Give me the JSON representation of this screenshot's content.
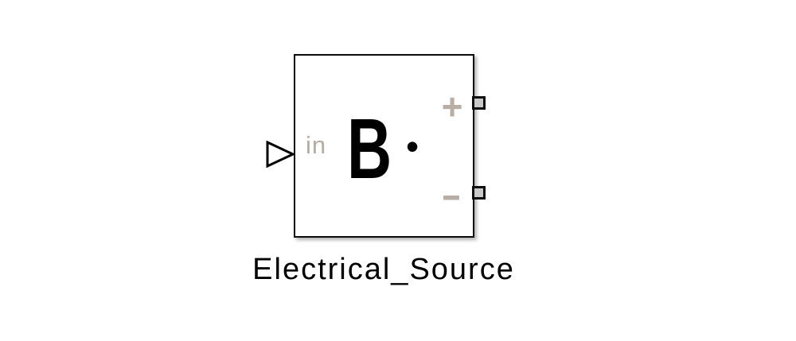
{
  "diagram": {
    "block": {
      "name_label": "Electrical_Source",
      "icon_letter": "B",
      "icon_dot": "•",
      "input_port": {
        "label": "in"
      },
      "output_ports": [
        {
          "label": "+"
        },
        {
          "label": "-"
        }
      ],
      "colors": {
        "block_border": "#0a0a0a",
        "block_fill": "#ffffff",
        "port_label": "#b8aea6",
        "in_label": "#b5aba1",
        "icon": "#000000",
        "connector_border": "#0d0d0d",
        "connector_fill": "#c9c9c9",
        "name_text": "#000000",
        "background": "#ffffff"
      }
    }
  }
}
